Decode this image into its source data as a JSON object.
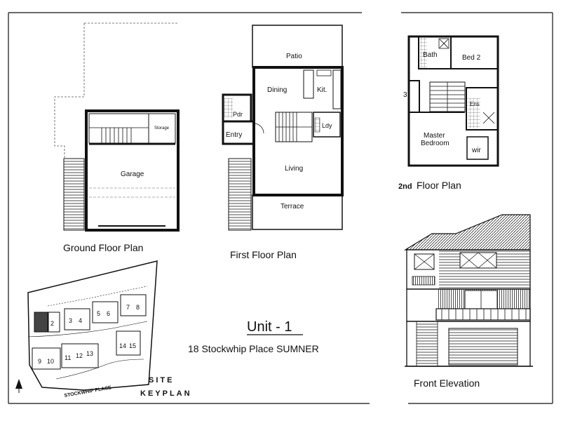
{
  "titles": {
    "ground_floor": "Ground Floor Plan",
    "first_floor": "First Floor Plan",
    "second_floor_num": "2nd",
    "second_floor": "Floor Plan",
    "front_elevation": "Front Elevation",
    "unit": "Unit - 1",
    "address": "18 Stockwhip Place SUMNER",
    "site": "SITE",
    "keyplan": "KEYPLAN",
    "street": "STOCKWHIP PLACE"
  },
  "rooms": {
    "garage": "Garage",
    "storage": "Storage",
    "patio": "Patio",
    "dining": "Dining",
    "kitchen": "Kit.",
    "powder": "Pdr",
    "entry": "Entry",
    "laundry": "Ldy",
    "living": "Living",
    "terrace": "Terrace",
    "bath": "Bath",
    "bed2": "Bed 2",
    "bed3": "3",
    "ensuite": "Ens",
    "master_line1": "Master",
    "master_line2": "Bedroom",
    "wir": "wir"
  },
  "site_units": [
    "2",
    "3",
    "4",
    "5",
    "6",
    "7",
    "8",
    "9",
    "10",
    "11",
    "12",
    "13",
    "14",
    "15"
  ],
  "colors": {
    "line": "#111111",
    "paper": "#ffffff"
  }
}
